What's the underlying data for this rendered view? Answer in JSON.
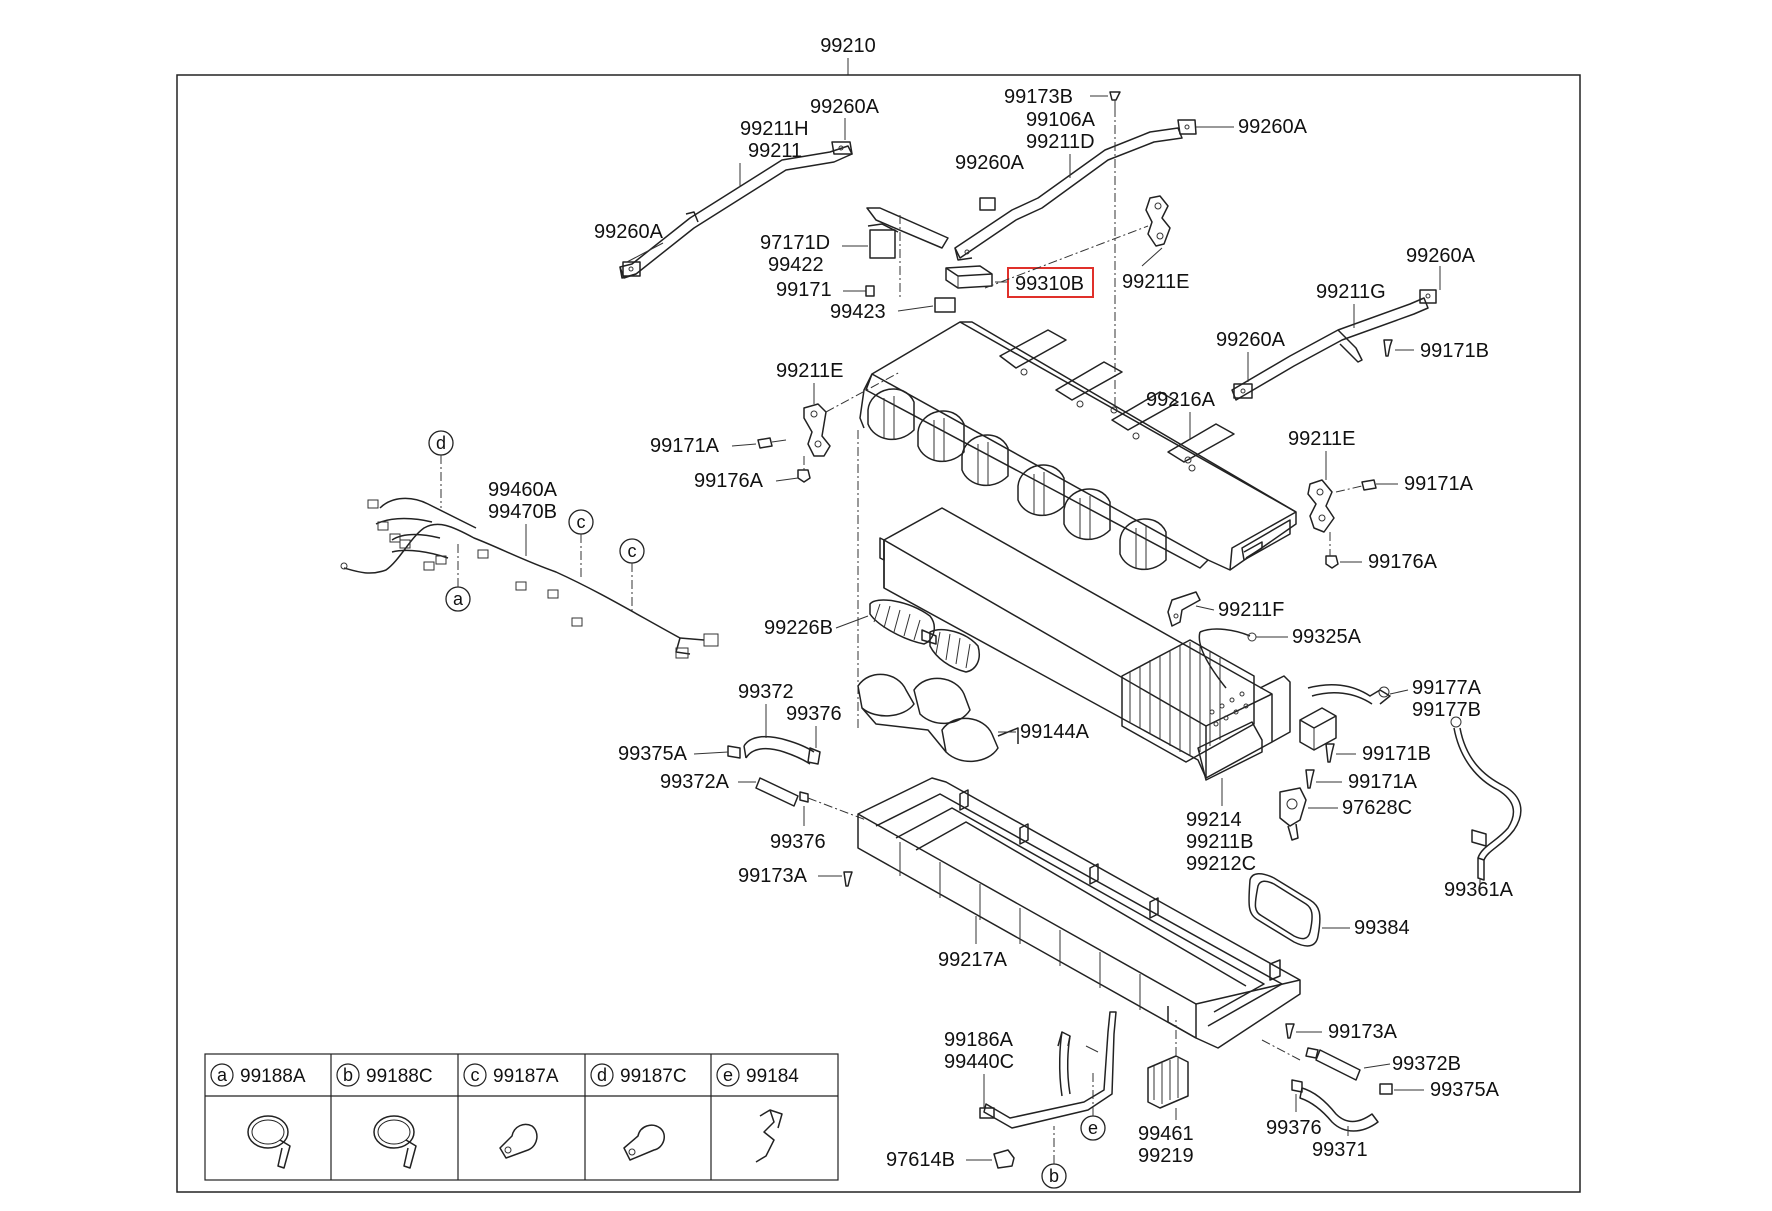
{
  "assembly_label": "99210",
  "highlight_color": "#e0302a",
  "labels": {
    "p99260A_1": "99260A",
    "p99211H": "99211H",
    "p99211": "99211",
    "p99260A_2": "99260A",
    "p99173B": "99173B",
    "p99106A": "99106A",
    "p99211D": "99211D",
    "p99260A_3": "99260A",
    "p99260A_4": "99260A",
    "p97171D": "97171D",
    "p99422": "99422",
    "p99171": "99171",
    "p99423": "99423",
    "p99310B": "99310B",
    "p99211E_1": "99211E",
    "p99260A_5": "99260A",
    "p99211G": "99211G",
    "p99260A_6": "99260A",
    "p99171B_1": "99171B",
    "p99211E_2": "99211E",
    "p99216A": "99216A",
    "p99171A_1": "99171A",
    "p99176A_1": "99176A",
    "p99211E_3": "99211E",
    "p99171A_2": "99171A",
    "p99176A_2": "99176A",
    "p99460A": "99460A",
    "p99470B": "99470B",
    "p99211F": "99211F",
    "p99226B": "99226B",
    "p99325A": "99325A",
    "p99372": "99372",
    "p99376_1": "99376",
    "p99144A": "99144A",
    "p99177A": "99177A",
    "p99177B": "99177B",
    "p99375A_1": "99375A",
    "p99171B_2": "99171B",
    "p99372A": "99372A",
    "p99171A_3": "99171A",
    "p99214": "99214",
    "p99211B": "99211B",
    "p97628C": "97628C",
    "p99212C": "99212C",
    "p99376_2": "99376",
    "p99361A": "99361A",
    "p99173A_1": "99173A",
    "p99384": "99384",
    "p99217A": "99217A",
    "p99173A_2": "99173A",
    "p99186A": "99186A",
    "p99440C": "99440C",
    "p99372B": "99372B",
    "p99375A_2": "99375A",
    "p99376_3": "99376",
    "p99371": "99371",
    "p99461": "99461",
    "p99219": "99219",
    "p97614B": "97614B"
  },
  "callouts": {
    "d": "d",
    "a": "a",
    "c1": "c",
    "c2": "c",
    "e": "e",
    "b": "b"
  },
  "legend": [
    {
      "letter": "a",
      "part": "99188A",
      "icon": "cable-tie-icon"
    },
    {
      "letter": "b",
      "part": "99188C",
      "icon": "cable-tie-icon"
    },
    {
      "letter": "c",
      "part": "99187A",
      "icon": "p-clamp-icon"
    },
    {
      "letter": "d",
      "part": "99187C",
      "icon": "p-clamp-icon"
    },
    {
      "letter": "e",
      "part": "99184",
      "icon": "wire-clip-icon"
    }
  ]
}
